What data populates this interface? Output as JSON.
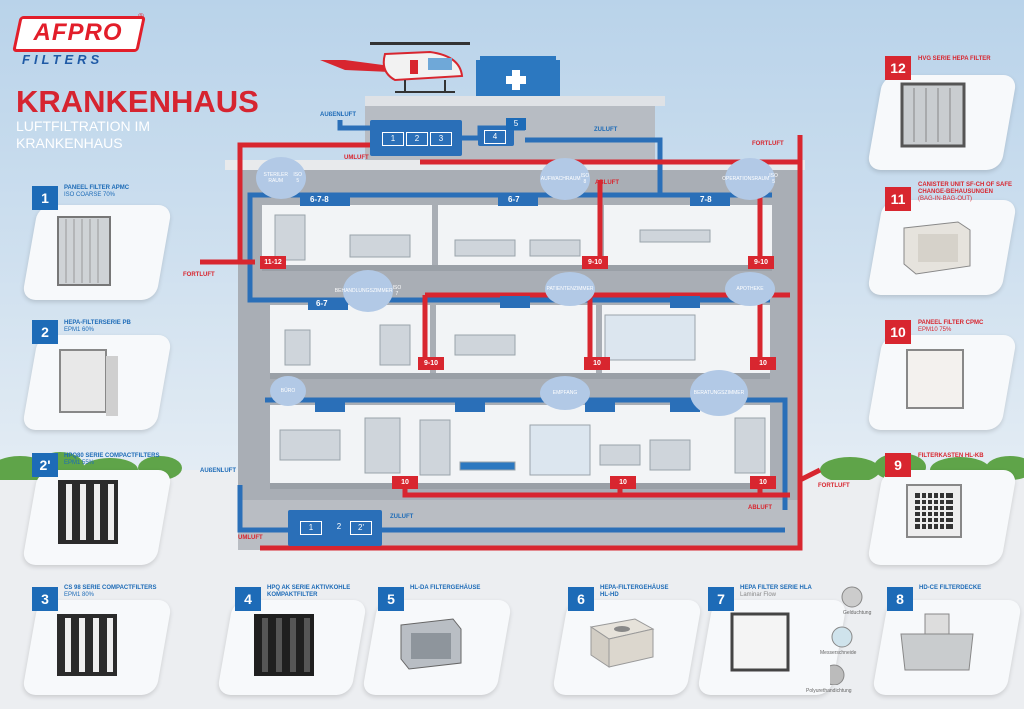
{
  "brand": {
    "logo": "AFPRO",
    "logo_sub": "FILTERS",
    "reg": "®"
  },
  "heading": {
    "title": "KRANKENHAUS",
    "subtitle": "LUFTFILTRATION IM KRANKENHAUS"
  },
  "colors": {
    "blue": "#1d6bb7",
    "red": "#d8262f",
    "sky": "#c4dbef"
  },
  "products": [
    {
      "num": "1",
      "title": "PANEEL FILTER APMC",
      "desc": "ISO COARSE 70%",
      "color": "blue"
    },
    {
      "num": "2",
      "title": "HEPA-FILTERSERIE PB",
      "desc": "ePM1 60%",
      "color": "blue"
    },
    {
      "num": "2'",
      "title": "HPQ80 SERIE COMPACTFILTERS",
      "desc": "ePM1 55%",
      "color": "blue"
    },
    {
      "num": "3",
      "title": "CS 98 SERIE COMPACTFILTERS",
      "desc": "ePM1 80%",
      "color": "blue"
    },
    {
      "num": "4",
      "title": "HPQ AK SERIE AKTIVKOHLE KOMPAKTFILTER",
      "desc": "",
      "color": "blue"
    },
    {
      "num": "5",
      "title": "HL-DA FILTERGEHÄUSE",
      "desc": "",
      "color": "blue"
    },
    {
      "num": "6",
      "title": "HEPA-FILTERGEHÄUSE HL-HD",
      "desc": "",
      "color": "blue"
    },
    {
      "num": "7",
      "title": "HEPA FILTER SERIE HLA",
      "desc": "Laminar Flow",
      "color": "blue"
    },
    {
      "num": "8",
      "title": "HD-CE FILTERDECKE",
      "desc": "",
      "color": "blue"
    },
    {
      "num": "9",
      "title": "FILTERKASTEN HL-KB",
      "desc": "",
      "color": "red"
    },
    {
      "num": "10",
      "title": "PANEEL FILTER CPMC",
      "desc": "ePM10 75%",
      "color": "red"
    },
    {
      "num": "11",
      "title": "CANISTER UNIT SF-CH OF SAFE CHANGE-BEHAUSUNGEN",
      "desc": "(BAG-IN-BAG-OUT)",
      "color": "red"
    },
    {
      "num": "12",
      "title": "HVG SERIE HEPA FILTER",
      "desc": "",
      "color": "red"
    }
  ],
  "legend7": [
    "Gelduchtung",
    "Messerschneide",
    "Polyurethandichtung"
  ],
  "rooms": [
    "STERILER RAUM",
    "AUFWACHRAUM",
    "OPERATIONSRAUM",
    "BEHANDLUNGSZIMMER",
    "PATIENTENZIMMER",
    "APOTHEKE",
    "BÜRO",
    "EMPFANG",
    "BERATUNGSZIMMER"
  ],
  "room_details": {
    "s1": "ISO 5",
    "s2": "ISO 8",
    "s3": "ISO 5",
    "s4": "ISO 7"
  },
  "flow": {
    "aussenluft": "AUßENLUFT",
    "zuluft": "ZULUFT",
    "umluft": "UMLUFT",
    "abluft": "ABLUFT",
    "fortluft": "FORTLUFT"
  },
  "ahu_top": [
    "1",
    "2",
    "3",
    "4",
    "5"
  ],
  "ahu_bottom": [
    "1",
    "2",
    "2'"
  ],
  "ceiling_tags": [
    "6-7-8",
    "6-7",
    "7-8",
    "6-7"
  ],
  "exhaust_tags": [
    "11-12",
    "9-10",
    "9-10",
    "9-10",
    "10",
    "10",
    "10",
    "10",
    "10"
  ]
}
